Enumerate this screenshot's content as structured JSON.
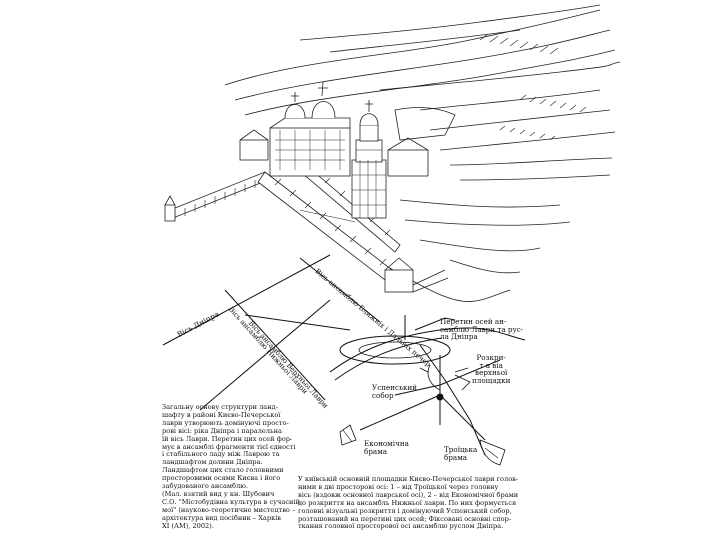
{
  "main_plan": {
    "line_labels": [
      "Вісь Дніпра",
      "Вісь ансамблю Верхньої Лаври",
      "Вісь ансамблю Нижньої Лаври",
      "Вісь ансамблю Ближніх і Дальніх печер"
    ]
  },
  "scheme": {
    "intersection_caption": [
      "Перетин осей ан-",
      "самблю Лаври та рус-",
      "ла Дніпра"
    ],
    "cathedral_label": [
      "Успенський",
      "собор"
    ],
    "turn_caption": [
      "Розкри-",
      "т  а  віа",
      "верхньої",
      "площадки"
    ],
    "economic_gate_label": [
      "Економічна",
      "брама"
    ],
    "trinity_gate_label": [
      "Троїцька",
      "брама"
    ]
  },
  "left_text": [
    "Загальну  основу  структури  ланд-",
    "шафту  в  районі  Києво-Печерської",
    "лаври утворюють домінуючі просто-",
    "рові вісі: ріка Дніпра і паралельна",
    "їй вісь Лаври. Перетин цих осей фор-",
    "мує  в  ансамблі фрагменти тієї єдності",
    "і  стабільного  ладу  між  Лаврою  та",
    "ландшафтом долини Дніпра.",
    "Ландшафтом  цих  стало  головними",
    "просторовими  осями  Києва  і  його",
    "забудованого ансамблю.",
    "(Мал.  взятий  вид  у  кн.  Шубович",
    "С.О. \"Містобудівна культура в сучасній",
    "мої\" (науково-теоретичне  мистецтво –",
    "архітектура  вид  посібник  –  Харків",
    "ХІ (АМ), 2002)."
  ],
  "right_text": [
    "У київській основній площадки Києво-Печерської лаври голов-",
    "ними в дві просторові осі: 1 – від Троїцької через головну",
    "вісь (вздовж основної лаврської осі), 2 – від Економічної брами",
    "до розкриття на ансамбль Нижньої лаври. По них формується",
    "головні візуальні розкриття і домінуючий Успенський собор,",
    "розташований на перетині цих осей; Фіксовані основні спор-",
    "ткання головної просторової осі ансамблю руслом Дніпра."
  ]
}
